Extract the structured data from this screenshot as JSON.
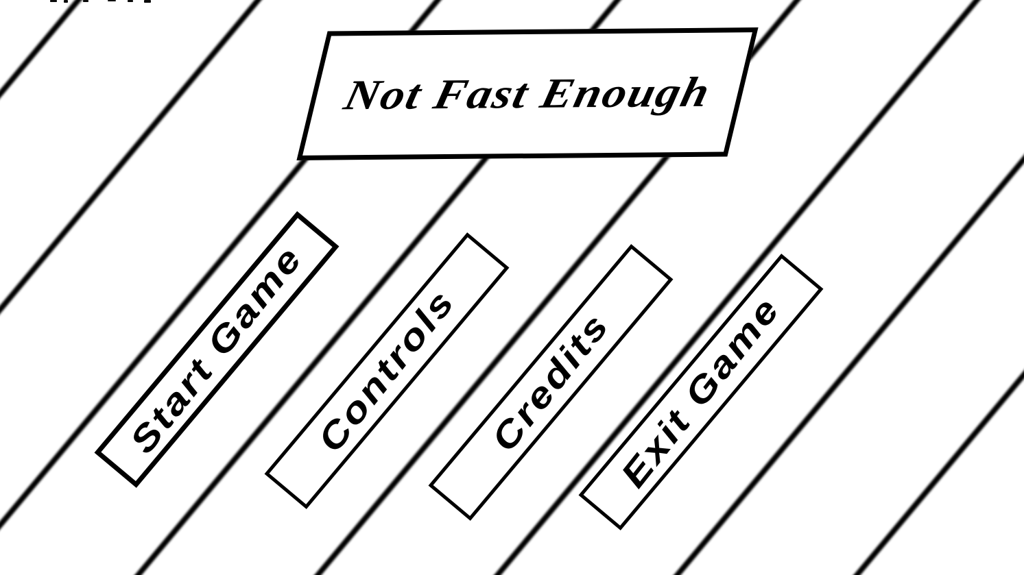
{
  "app": {
    "title": "Not Fast Enough"
  },
  "menu": {
    "items": [
      {
        "label": "Start Game",
        "highlighted": true
      },
      {
        "label": "Controls",
        "highlighted": false
      },
      {
        "label": "Credits",
        "highlighted": false
      },
      {
        "label": "Exit Game",
        "highlighted": false
      }
    ]
  },
  "colors": {
    "ink": "#000000",
    "background": "#ffffff"
  },
  "background": {
    "pattern": "diagonal-stripes",
    "stripe_angle_deg": -50,
    "stripe_count_visible": 8
  }
}
